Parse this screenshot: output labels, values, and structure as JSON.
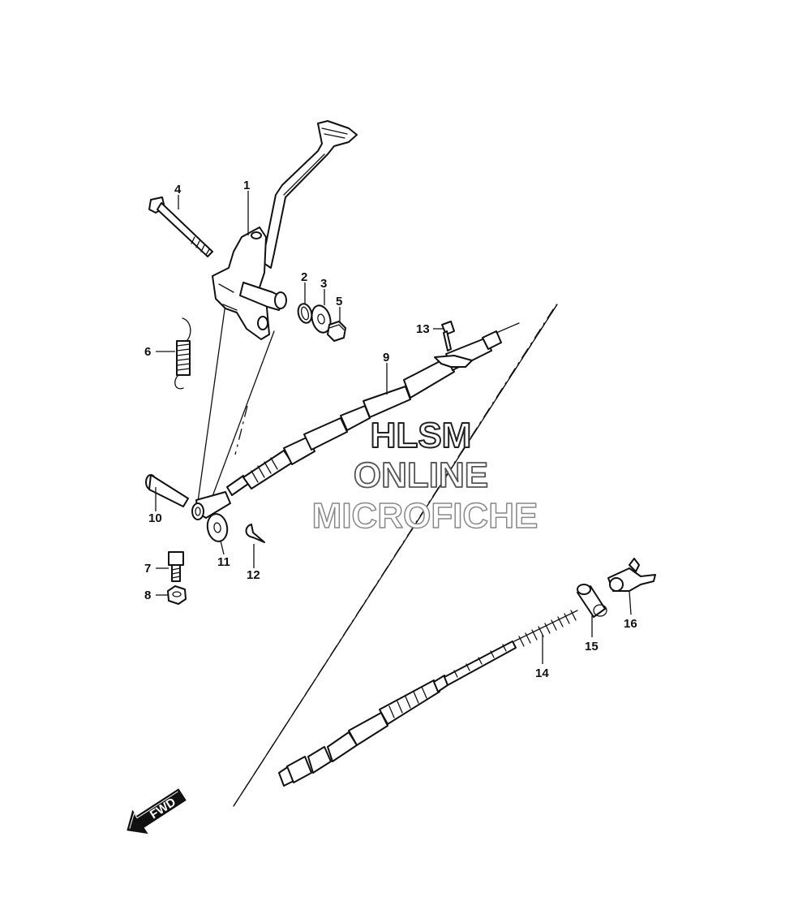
{
  "diagram": {
    "callouts": [
      {
        "id": "c1",
        "label": "1"
      },
      {
        "id": "c2",
        "label": "2"
      },
      {
        "id": "c3",
        "label": "3"
      },
      {
        "id": "c4",
        "label": "4"
      },
      {
        "id": "c5",
        "label": "5"
      },
      {
        "id": "c6",
        "label": "6"
      },
      {
        "id": "c7",
        "label": "7"
      },
      {
        "id": "c8",
        "label": "8"
      },
      {
        "id": "c9",
        "label": "9"
      },
      {
        "id": "c10",
        "label": "10"
      },
      {
        "id": "c11",
        "label": "11"
      },
      {
        "id": "c12",
        "label": "12"
      },
      {
        "id": "c13",
        "label": "13"
      },
      {
        "id": "c14",
        "label": "14"
      },
      {
        "id": "c15",
        "label": "15"
      },
      {
        "id": "c16",
        "label": "16"
      }
    ],
    "watermark": {
      "line1": "HLSM",
      "line2": "ONLINE",
      "line3": "MICROFICHE"
    },
    "fwd_label": "FWD",
    "colors": {
      "ink": "#111111",
      "paper": "#ffffff",
      "watermark_outline_1": "#222222",
      "watermark_outline_2": "#555555",
      "watermark_outline_3": "#888888"
    }
  }
}
